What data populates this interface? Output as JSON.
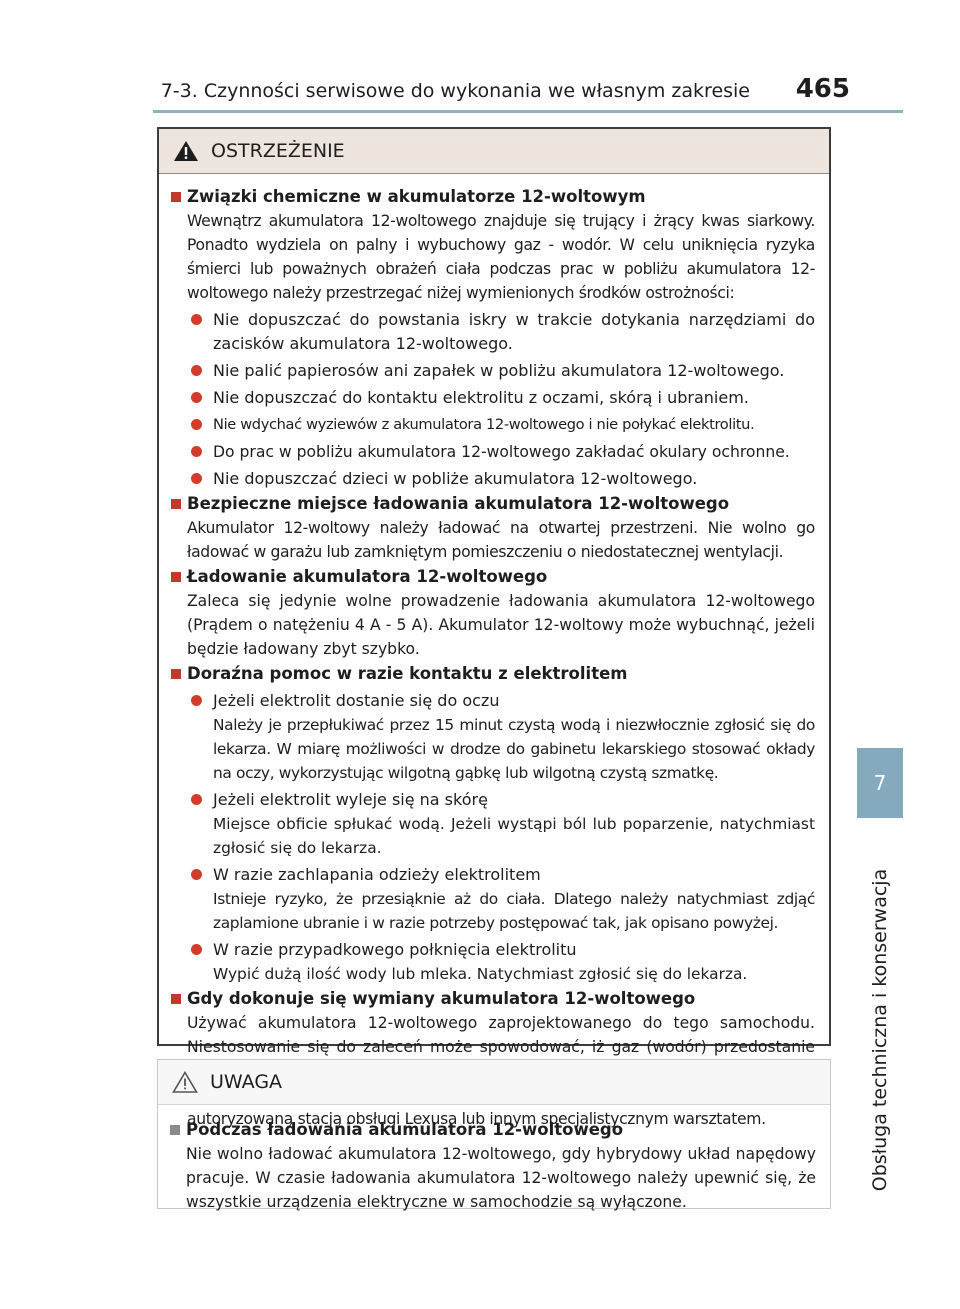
{
  "header": {
    "title": "7-3. Czynności serwisowe do wykonania we własnym zakresie",
    "page_number": "465"
  },
  "side": {
    "chapter_number": "7",
    "chapter_title": "Obsługa techniczna i konserwacja"
  },
  "warning": {
    "title": "OSTRZEŻENIE",
    "sections": [
      {
        "title": "Związki chemiczne w akumulatorze 12-woltowym",
        "text": "Wewnątrz akumulatora 12-woltowego znajduje się trujący i żrący kwas siarkowy. Ponadto wydziela on palny i wybuchowy gaz - wodór. W celu uniknięcia ryzyka śmierci lub poważnych obrażeń ciała podczas prac w pobliżu akumulatora 12-woltowego należy przestrzegać niżej wymienionych środków ostrożności:",
        "bullets": [
          "Nie dopuszczać do powstania iskry w trakcie dotykania narzędziami do zacisków akumulatora 12-woltowego.",
          "Nie palić papierosów ani zapałek w pobliżu akumulatora 12-woltowego.",
          "Nie dopuszczać do kontaktu elektrolitu z oczami, skórą i ubraniem.",
          "Nie wdychać wyziewów z akumulatora 12-woltowego i nie połykać elektrolitu.",
          "Do prac w pobliżu akumulatora 12-woltowego zakładać okulary ochronne.",
          "Nie dopuszczać dzieci w pobliże akumulatora 12-woltowego."
        ]
      },
      {
        "title": "Bezpieczne miejsce ładowania akumulatora 12-woltowego",
        "text": "Akumulator 12-woltowy należy ładować na otwartej przestrzeni. Nie wolno go ładować w garażu lub zamkniętym pomieszczeniu o niedostatecznej wentylacji."
      },
      {
        "title": "Ładowanie akumulatora 12-woltowego",
        "text": "Zaleca się jedynie wolne prowadzenie ładowania akumulatora 12-woltowego (Prądem o natężeniu 4 A - 5 A). Akumulator 12-woltowy może wybuchnąć, jeżeli będzie ładowany zbyt szybko."
      },
      {
        "title": "Doraźna pomoc w razie kontaktu z elektrolitem",
        "items": [
          {
            "label": "Jeżeli elektrolit dostanie się do oczu",
            "text": "Należy je przepłukiwać przez 15 minut czystą wodą i niezwłocznie zgłosić się do lekarza. W miarę możliwości w drodze do gabinetu lekarskiego stosować okłady na oczy, wykorzystując wilgotną gąbkę lub wilgotną czystą szmatkę."
          },
          {
            "label": "Jeżeli elektrolit wyleje się na skórę",
            "text": "Miejsce obficie spłukać wodą. Jeżeli wystąpi ból lub poparzenie, natychmiast zgłosić się do lekarza."
          },
          {
            "label": "W razie zachlapania odzieży elektrolitem",
            "text": "Istnieje ryzyko, że przesiąknie aż do ciała. Dlatego należy natychmiast zdjąć zaplamione ubranie i w razie potrzeby postępować tak, jak opisano powyżej."
          },
          {
            "label": "W razie przypadkowego połknięcia elektrolitu",
            "text": "Wypić dużą ilość wody lub mleka. Natychmiast zgłosić się do lekarza."
          }
        ]
      },
      {
        "title": "Gdy dokonuje się wymiany akumulatora 12-woltowego",
        "text": "Używać akumulatora 12-woltowego zaprojektowanego do tego samochodu. Niestosowanie się do zaleceń może spowodować, iż gaz (wodór) przedostanie się do kabiny pasażerskiej, co doprowadzi do pożaru lub wybuchu.",
        "text2": "W celu dokonania wymiany akumulatora 12-woltowego należy skontaktować się z autoryzowaną stacją obsługi Lexusa lub innym specjalistycznym warsztatem."
      }
    ]
  },
  "caution": {
    "title": "UWAGA",
    "section": {
      "title": "Podczas ładowania akumulatora 12-woltowego",
      "text": "Nie wolno ładować akumulatora 12-woltowego, gdy hybrydowy układ napędowy pracuje. W czasie ładowania akumulatora 12-woltowego należy upewnić się, że wszystkie urządzenia elektryczne w samochodzie są wyłączone."
    }
  },
  "colors": {
    "accent_blue": "#86aabd",
    "warning_red": "#d23d2b",
    "warning_header_bg": "#ede4de"
  },
  "icons": [
    "warning-triangle-icon",
    "caution-triangle-icon"
  ]
}
